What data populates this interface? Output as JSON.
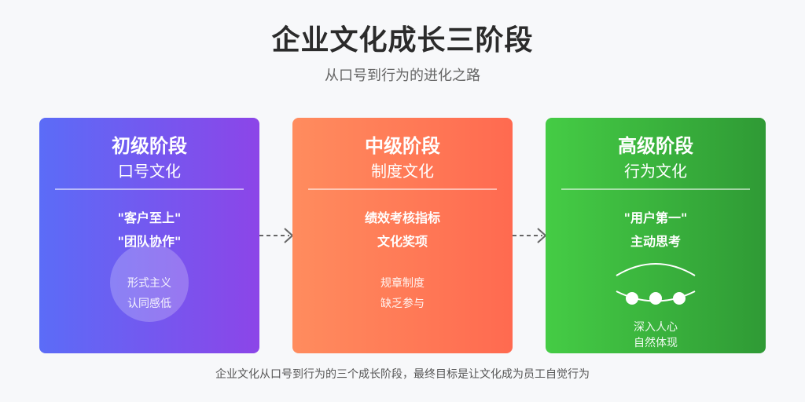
{
  "header": {
    "title": "企业文化成长三阶段",
    "subtitle": "从口号到行为的进化之路"
  },
  "stages": [
    {
      "stage": "初级阶段",
      "culture": "口号文化",
      "points": [
        "\"客户至上\"",
        "\"团队协作\""
      ],
      "notes": [
        "形式主义",
        "认同感低"
      ],
      "gradient": [
        "#5b6cf7",
        "#8c45e8"
      ]
    },
    {
      "stage": "中级阶段",
      "culture": "制度文化",
      "points": [
        "绩效考核指标",
        "文化奖项"
      ],
      "notes": [
        "规章制度",
        "缺乏参与"
      ],
      "gradient": [
        "#ff8c5e",
        "#ff6a50"
      ]
    },
    {
      "stage": "高级阶段",
      "culture": "行为文化",
      "points": [
        "\"用户第一\"",
        "主动思考"
      ],
      "notes": [
        "深入人心",
        "自然体现"
      ],
      "gradient": [
        "#45cc45",
        "#2f9a35"
      ]
    }
  ],
  "footer": "企业文化从口号到行为的三个成长阶段，最终目标是让文化成为员工自觉行为"
}
